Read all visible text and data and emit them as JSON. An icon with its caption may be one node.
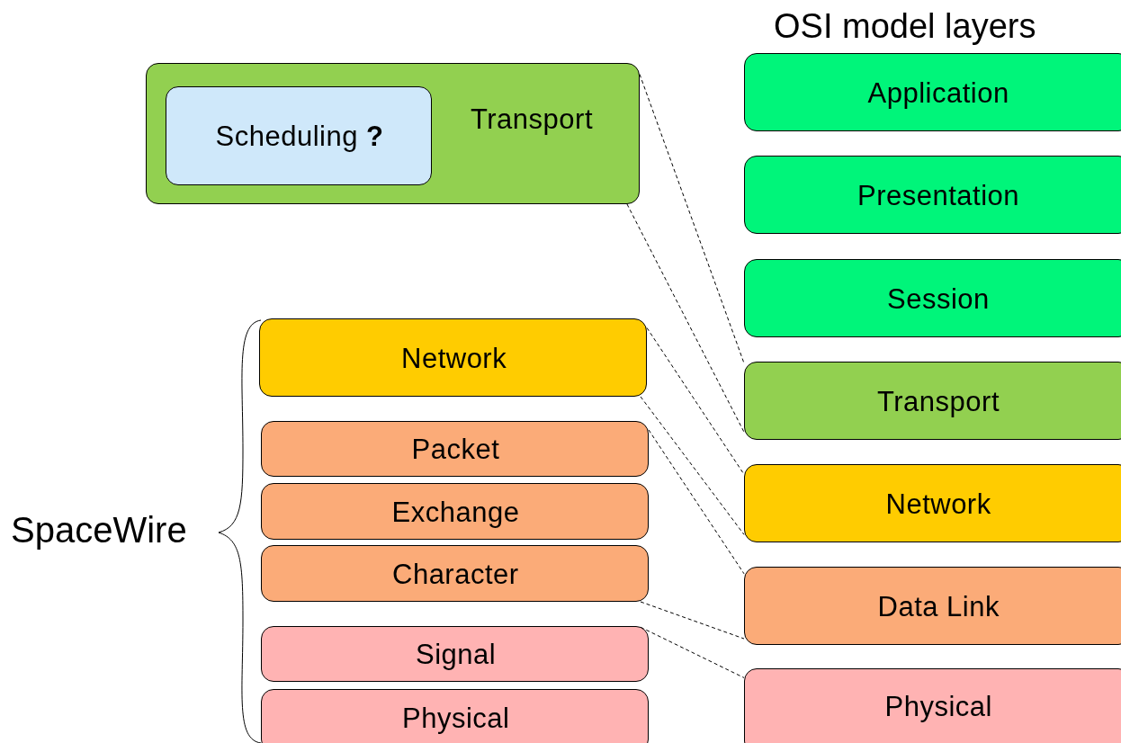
{
  "diagram": {
    "nodes": [
      {
        "text": [
          "Transport"
        ]
      },
      {
        "text": [
          "Scheduling **?**"
        ],
        "in": 0
      },
      {
        "text": [
          "Network"
        ]
      },
      {
        "text": [
          "Packet"
        ]
      },
      {
        "text": [
          "Exchange"
        ]
      },
      {
        "text": [
          "Character"
        ]
      },
      {
        "text": [
          "Signal"
        ]
      },
      {
        "text": [
          "Physical"
        ]
      },
      {
        "text": [
          "Application"
        ]
      },
      {
        "text": [
          "Presentation"
        ]
      },
      {
        "text": [
          "Session"
        ]
      },
      {
        "text": [
          "Transport"
        ]
      },
      {
        "text": [
          "Network"
        ]
      },
      {
        "text": [
          "Data Link"
        ]
      },
      {
        "text": [
          "Physical"
        ]
      }
    ],
    "edges": [
      {
        "from": 0,
        "to": 11,
        "arrow": "none",
        "style": "dashed"
      },
      {
        "from": 0,
        "to": 11,
        "arrow": "none",
        "style": "dashed"
      },
      {
        "from": 2,
        "to": 12,
        "arrow": "none",
        "style": "dashed"
      },
      {
        "from": 2,
        "to": 12,
        "arrow": "none",
        "style": "dashed"
      },
      {
        "from": 3,
        "to": 13,
        "arrow": "none",
        "style": "dashed"
      },
      {
        "from": 5,
        "to": 13,
        "arrow": "none",
        "style": "dashed"
      },
      {
        "from": 6,
        "to": 14,
        "arrow": "none",
        "style": "dashed"
      }
    ],
    "labels": [
      "OSI model layers",
      "SpaceWire"
    ]
  }
}
